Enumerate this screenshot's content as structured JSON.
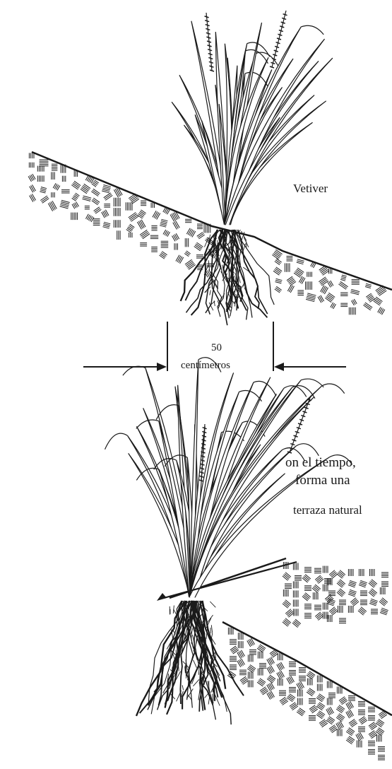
{
  "labels": {
    "vetiver": "Vetiver",
    "distance_value": "50",
    "distance_unit": "centímetros",
    "caption_line1": "on el tiempo,",
    "caption_line2": "forma una",
    "caption_line3": "terraza natural"
  },
  "colors": {
    "ink": "#1a1a1a",
    "background": "#ffffff"
  }
}
